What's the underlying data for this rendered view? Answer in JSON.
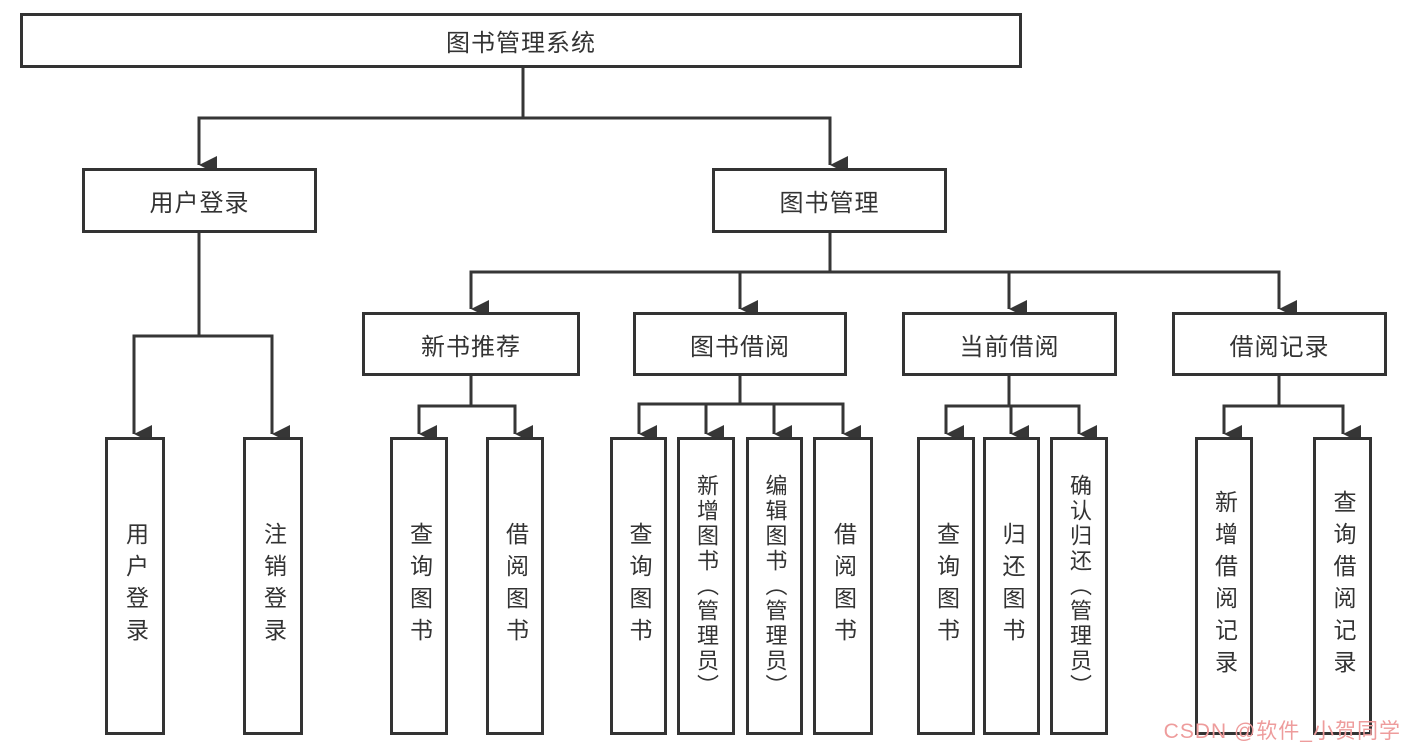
{
  "tree": {
    "root": {
      "label": "图书管理系统"
    },
    "branches": [
      {
        "label": "用户登录",
        "children": [
          {
            "label": "用户登录"
          },
          {
            "label": "注销登录"
          }
        ]
      },
      {
        "label": "图书管理",
        "sections": [
          {
            "label": "新书推荐",
            "children": [
              {
                "label": "查询图书"
              },
              {
                "label": "借阅图书"
              }
            ]
          },
          {
            "label": "图书借阅",
            "children": [
              {
                "label": "查询图书"
              },
              {
                "label": "新增图书（管理员）"
              },
              {
                "label": "编辑图书（管理员）"
              },
              {
                "label": "借阅图书"
              }
            ]
          },
          {
            "label": "当前借阅",
            "children": [
              {
                "label": "查询图书"
              },
              {
                "label": "归还图书"
              },
              {
                "label": "确认归还（管理员）"
              }
            ]
          },
          {
            "label": "借阅记录",
            "children": [
              {
                "label": "新增借阅记录"
              },
              {
                "label": "查询借阅记录"
              }
            ]
          }
        ]
      }
    ]
  },
  "watermark": {
    "text": "CSDN @软件_小贺同学"
  },
  "colors": {
    "line": "#363636",
    "box_border": "#333333",
    "text": "#333333",
    "watermark": "#ee9c9c",
    "background": "#ffffff"
  }
}
